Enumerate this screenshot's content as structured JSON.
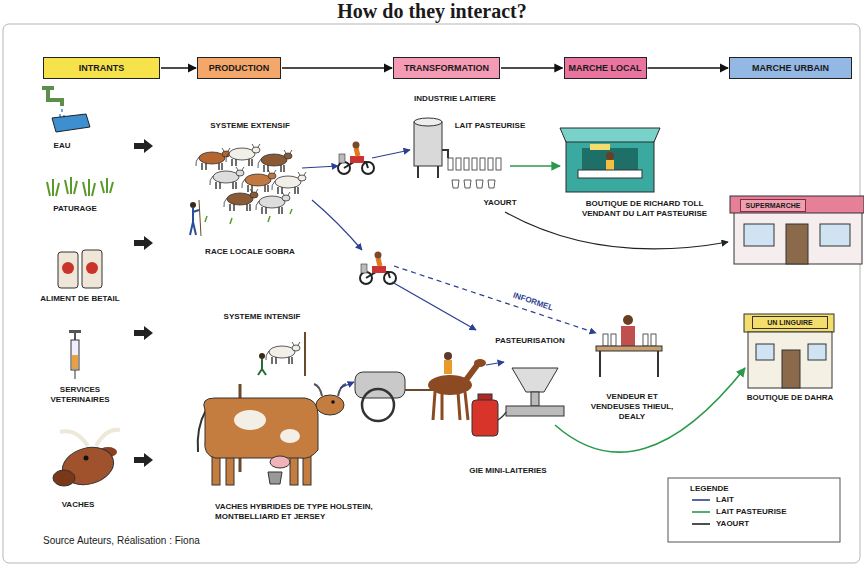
{
  "diagram": {
    "title": "How do they interact?",
    "nodes": [
      {
        "text": [
          "INTRANTS"
        ]
      },
      {
        "text": [
          "PRODUCTION"
        ]
      },
      {
        "text": [
          "TRANSFORMATION"
        ]
      },
      {
        "text": [
          "MARCHE LOCAL"
        ]
      },
      {
        "text": [
          "MARCHE URBAIN"
        ]
      },
      {
        "text": [
          "SUPERMARCHE"
        ]
      },
      {
        "text": [
          "UN LINGUIRE"
        ]
      }
    ],
    "edges": [
      {
        "from": 0,
        "to": 1,
        "arrow": "to"
      },
      {
        "from": 1,
        "to": 2,
        "arrow": "to"
      },
      {
        "from": 2,
        "to": 3,
        "arrow": "to"
      },
      {
        "from": 3,
        "to": 4,
        "arrow": "to"
      }
    ],
    "labels": [
      "EAU",
      "PATURAGE",
      "ALIMENT DE BETAIL",
      "SERVICES VETERINAIRES",
      "VACHES",
      "SYSTEME EXTENSIF",
      "RACE LOCALE GOBRA",
      "SYSTEME INTENSIF",
      "VACHES HYBRIDES DE TYPE HOLSTEIN, MONTBELLIARD ET JERSEY",
      "INDUSTRIE LAITIERE",
      "LAIT PASTEURISE",
      "YAOURT",
      "BOUTIQUE DE RICHARD TOLL VENDANT DU LAIT PASTEURISE",
      "INFORMEL",
      "PASTEURISATION",
      "GIE MINI-LAITERIES",
      "VENDEUR ET VENDEUSES THIEUL, DEALY",
      "BOUTIQUE DE DAHRA",
      "LEGENDE",
      "Source Auteurs, Réalisation : Fiona"
    ],
    "legend": [
      {
        "text": "LAIT"
      },
      {
        "text": "LAIT PASTEURISE"
      },
      {
        "text": "YAOURT"
      }
    ]
  }
}
